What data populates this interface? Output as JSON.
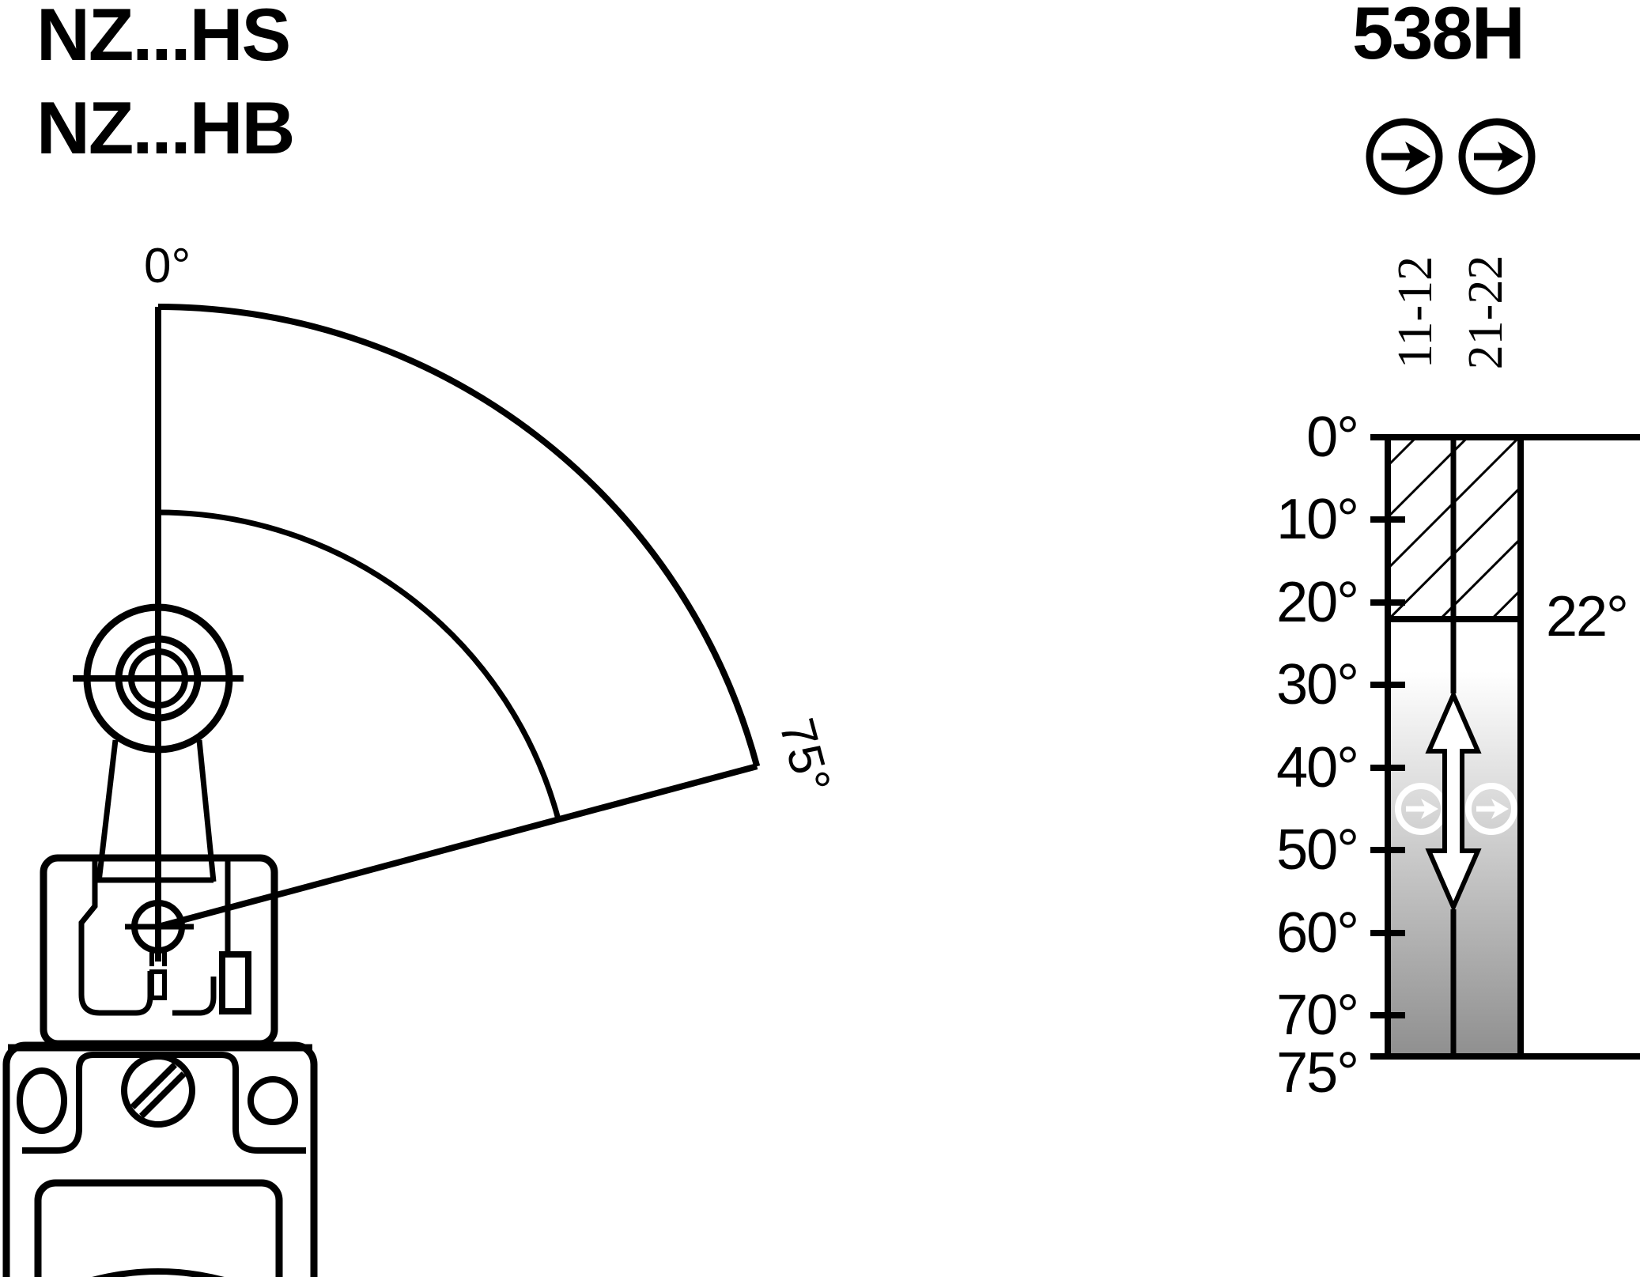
{
  "page": {
    "background": "#ffffff",
    "ink": "#000000"
  },
  "titles": {
    "model_line1": "NZ...HS",
    "model_line2": "NZ...HB",
    "diagram_code": "538H"
  },
  "symbols": {
    "positive_opening_icon": "circled-right-arrow",
    "positive_opening_count_top": 2,
    "positive_opening_count_in_bar": 2
  },
  "contact_labels": {
    "column1": "11-12",
    "column2": "21-22"
  },
  "lever_diagram": {
    "zero_label": "0°",
    "max_label": "75°"
  },
  "travel_diagram": {
    "tick_labels": [
      "0°",
      "10°",
      "20°",
      "30°",
      "40°",
      "50°",
      "60°",
      "70°",
      "75°"
    ],
    "contact_change_label": "22°",
    "scale_range_deg": [
      0,
      75
    ],
    "hatched_range_deg": [
      0,
      22
    ],
    "gradient_gray": "#8f8f8f"
  }
}
